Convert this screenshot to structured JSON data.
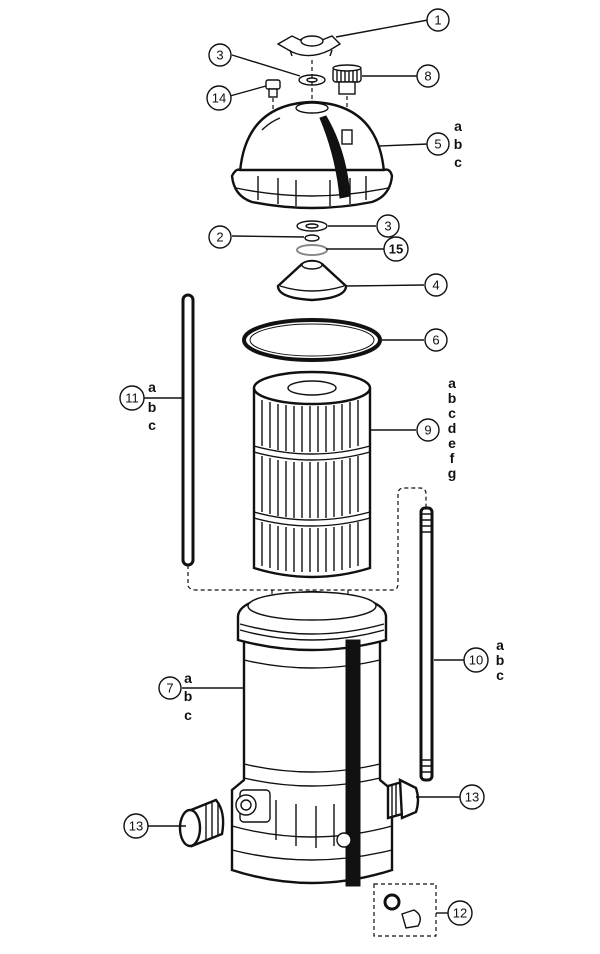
{
  "callouts": [
    {
      "id": "c1",
      "label": "1",
      "variants": []
    },
    {
      "id": "c3a",
      "label": "3",
      "variants": []
    },
    {
      "id": "c8",
      "label": "8",
      "variants": []
    },
    {
      "id": "c14",
      "label": "14",
      "variants": []
    },
    {
      "id": "c5",
      "label": "5",
      "variants": [
        "a",
        "b",
        "c"
      ]
    },
    {
      "id": "c3b",
      "label": "3",
      "variants": []
    },
    {
      "id": "c2",
      "label": "2",
      "variants": []
    },
    {
      "id": "c15",
      "label": "15",
      "variants": []
    },
    {
      "id": "c4",
      "label": "4",
      "variants": []
    },
    {
      "id": "c6",
      "label": "6",
      "variants": []
    },
    {
      "id": "c11",
      "label": "11",
      "variants": [
        "a",
        "b",
        "c"
      ]
    },
    {
      "id": "c9",
      "label": "9",
      "variants": [
        "a",
        "b",
        "c",
        "d",
        "e",
        "f",
        "g"
      ]
    },
    {
      "id": "c10",
      "label": "10",
      "variants": [
        "a",
        "b",
        "c"
      ]
    },
    {
      "id": "c7",
      "label": "7",
      "variants": [
        "a",
        "b",
        "c"
      ]
    },
    {
      "id": "c13a",
      "label": "13",
      "variants": []
    },
    {
      "id": "c13b",
      "label": "13",
      "variants": []
    },
    {
      "id": "c12",
      "label": "12",
      "variants": []
    }
  ]
}
